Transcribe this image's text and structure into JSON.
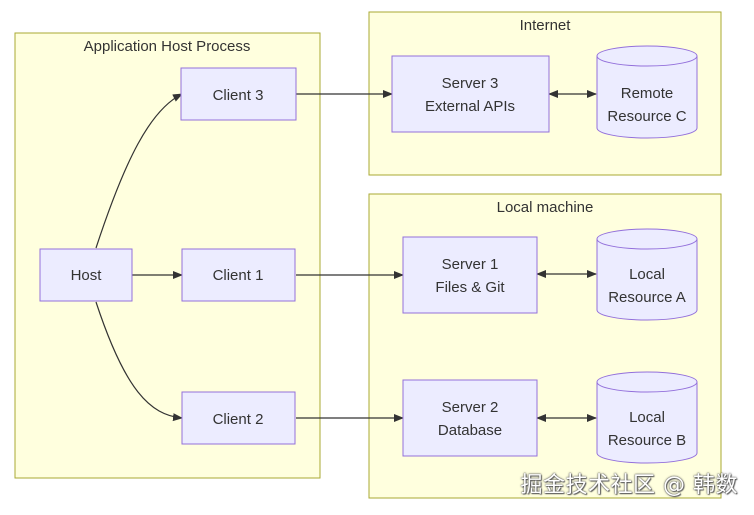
{
  "clusters": {
    "app": "Application Host Process",
    "internet": "Internet",
    "local": "Local machine"
  },
  "nodes": {
    "host": "Host",
    "client1": "Client 1",
    "client2": "Client 2",
    "client3": "Client 3",
    "server1": [
      "Server 1",
      "Files & Git"
    ],
    "server2": [
      "Server 2",
      "Database"
    ],
    "server3": [
      "Server 3",
      "External APIs"
    ],
    "resourceA": [
      "Local",
      "Resource A"
    ],
    "resourceB": [
      "Local",
      "Resource B"
    ],
    "resourceC": [
      "Remote",
      "Resource C"
    ]
  },
  "watermark": "掘金技术社区 @ 韩数"
}
